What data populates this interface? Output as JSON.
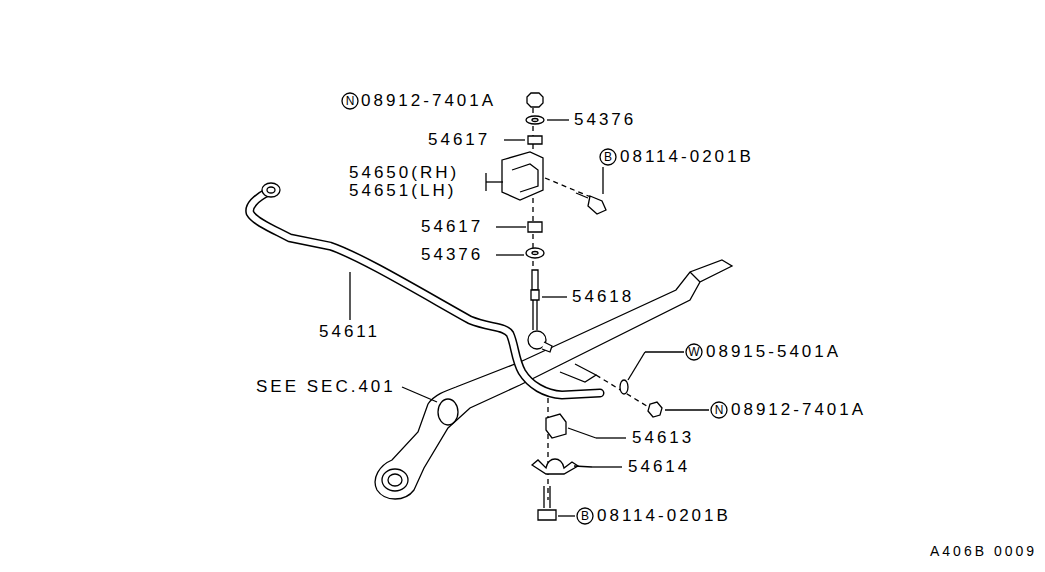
{
  "diagram": {
    "nodes": [
      {
        "text": [
          "N"
        ]
      },
      {
        "text": [
          "B"
        ]
      },
      {
        "text": [
          "W"
        ]
      },
      {
        "text": [
          "N"
        ]
      },
      {
        "text": [
          "B"
        ]
      }
    ],
    "labels": [
      "08912-7401A",
      "54376",
      "54617",
      "08114-0201B",
      "54650(RH)",
      "54651(LH)",
      "54617",
      "54376",
      "54618",
      "54611",
      "08915-5401A",
      "SEE SEC.401",
      "08912-7401A",
      "54613",
      "54614",
      "08114-0201B",
      "A406B 0009"
    ]
  }
}
